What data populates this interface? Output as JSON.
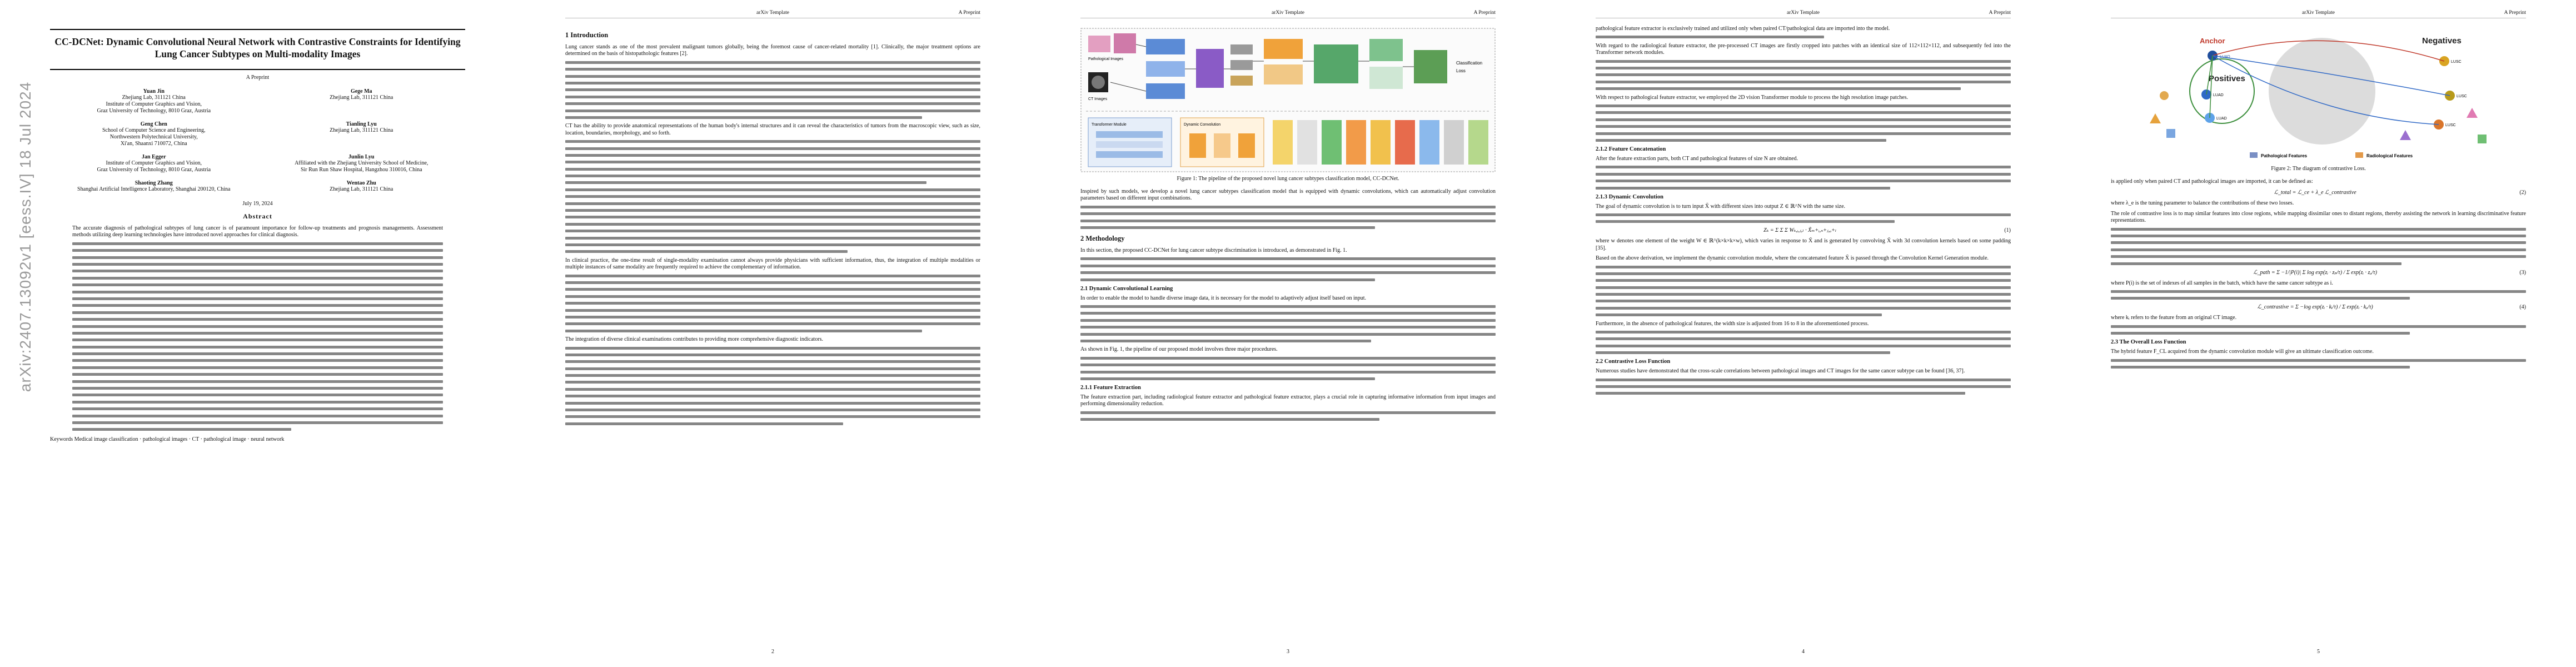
{
  "header": {
    "center": "arXiv Template",
    "right": "A Preprint"
  },
  "arxiv_stamp": "arXiv:2407.13092v1  [eess.IV]  18 Jul 2024",
  "page1": {
    "title": "CC-DCNet: Dynamic Convolutional Neural Network with Contrastive Constraints for Identifying Lung Cancer Subtypes on Multi-modality Images",
    "preprint": "A Preprint",
    "authors": [
      {
        "name": "Yuan Jin",
        "aff": "Zhejiang Lab, 311121 China\nInstitute of Computer Graphics and Vision,\nGraz University of Technology, 8010 Graz, Austria"
      },
      {
        "name": "Gege Ma",
        "aff": "Zhejiang Lab, 311121 China"
      },
      {
        "name": "Geng Chen",
        "aff": "School of Computer Science and Engineering,\nNorthwestern Polytechnical University,\nXi'an, Shaanxi 710072, China"
      },
      {
        "name": "Tianling Lyu",
        "aff": "Zhejiang Lab, 311121 China"
      },
      {
        "name": "Jan Egger",
        "aff": "Institute of Computer Graphics and Vision,\nGraz University of Technology, 8010 Graz, Austria"
      },
      {
        "name": "Junlin Lyu",
        "aff": "Affiliated with the Zhejiang University School of Medicine,\nSir Run Run Shaw Hospital, Hangzhou 310016, China"
      },
      {
        "name": "Shaoting Zhang",
        "aff": "Shanghai Artificial Intelligence Laboratory, Shanghai 200120, China"
      },
      {
        "name": "Wentao Zhu",
        "aff": "Zhejiang Lab, 311121 China"
      }
    ],
    "date": "July 19, 2024",
    "abstract_heading": "Abstract",
    "abstract_intro": "The accurate diagnosis of pathological subtypes of lung cancer is of paramount importance for follow-up treatments and prognosis managements. Assessment methods utilizing deep learning technologies have introduced novel approaches for clinical diagnosis.",
    "keywords": "Keywords  Medical image classification · pathological images · CT · pathological image · neural network"
  },
  "page2": {
    "section": "1   Introduction",
    "para1": "Lung cancer stands as one of the most prevalent malignant tumors globally, being the foremost cause of cancer-related mortality [1]. Clinically, the major treatment options are determined on the basis of histopathologic features [2].",
    "para2": "CT has the ability to provide anatomical representations of the human body's internal structures and it can reveal the characteristics of tumors from the macroscopic view, such as size, location, boundaries, morphology, and so forth.",
    "para3": "In clinical practice, the one-time result of single-modality examination cannot always provide physicians with sufficient information, thus, the integration of multiple modalities or multiple instances of same modality are frequently required to achieve the complementary of information.",
    "para4": "The integration of diverse clinical examinations contributes to providing more comprehensive diagnostic indicators."
  },
  "page3": {
    "figure_caption": "Figure 1: The pipeline of the proposed novel lung cancer subtypes classification model, CC-DCNet.",
    "para1": "Inspired by such models, we develop a novel lung cancer subtypes classification model that is equipped with dynamic convolutions, which can automatically adjust convolution parameters based on different input combinations.",
    "section": "2   Methodology",
    "para2": "In this section, the proposed CC-DCNet for lung cancer subtype discrimination is introduced, as demonstrated in Fig. 1.",
    "sub1": "2.1   Dynamic Convolutional Learning",
    "para3": "In order to enable the model to handle diverse image data, it is necessary for the model to adaptively adjust itself based on input.",
    "para4": "As shown in Fig. 1, the pipeline of our proposed model involves three major procedures.",
    "sub2": "2.1.1   Feature Extraction",
    "para5": "The feature extraction part, including radiological feature extractor and pathological feature extractor, plays a crucial role in capturing informative information from input images and performing dimensionality reduction."
  },
  "page4": {
    "para1": "pathological feature extractor is exclusively trained and utilized only when paired CT/pathological data are imported into the model.",
    "para2": "With regard to the radiological feature extractor, the pre-processed CT images are firstly cropped into patches with an identical size of 112×112×112, and subsequently fed into the Transformer network modules.",
    "para3": "With respect to pathological feature extractor, we employed the 2D vision Transformer module to process the high resolution image patches.",
    "sub1": "2.1.2   Feature Concatenation",
    "para4": "After the feature extraction parts, both CT and pathological features of size N are obtained.",
    "sub2": "2.1.3   Dynamic Convolution",
    "para5": "The goal of dynamic convolution is to turn input X̃ with different sizes into output Z ∈ ℝ^N with the same size.",
    "eq1": "Zₖ = Σ Σ Σ Wₖ,ᵢ,ⱼ,ₗ · X̃ₘ+ᵢ,ₙ+ⱼ,ₒ+ₗ",
    "eq1_num": "(1)",
    "para6": "where w denotes one element of the weight W ∈ ℝ^(k×k×k×w), which varies in response to X̃ and is generated by convolving X̃ with 3d convolution kernels based on some padding [35].",
    "para7": "Based on the above derivation, we implement the dynamic convolution module, where the concatenated feature X̃ is passed through the Convolution Kernel Generation module.",
    "para8": "Furthermore, in the absence of pathological features, the width size is adjusted from 16 to 8 in the aforementioned process.",
    "sub3": "2.2   Contrastive Loss Function",
    "para9": "Numerous studies have demonstrated that the cross-scale correlations between pathological images and CT images for the same cancer subtype can be found [36, 37]."
  },
  "page5": {
    "fig_labels": {
      "anchor": "Anchor",
      "negatives": "Negatives",
      "positives": "Positives",
      "luad": "LUAD",
      "lusc": "LUSC",
      "path_legend": "Pathological Features",
      "rad_legend": "Radiological Features"
    },
    "figure_caption": "Figure 2: The diagram of contrastive Loss.",
    "para1": "is applied only when paired CT and pathological images are imported, it can be defined as:",
    "eq2": "ℒ_total = ℒ_ce + λ_e ℒ_contrastive",
    "eq2_num": "(2)",
    "para2": "where λ_e is the tuning parameter to balance the contributions of these two losses.",
    "para3": "The role of contrastive loss is to map similar features into close regions, while mapping dissimilar ones to distant regions, thereby assisting the network in learning discriminative feature representations.",
    "eq3": "ℒ_path = Σ −1/|P(i)| Σ log exp(zᵢ · zₚ/τ) / Σ exp(zᵢ · zₐ/τ)",
    "eq3_num": "(3)",
    "para4": "where P(i) is the set of indexes of all samples in the batch, which have the same cancer subtype as i.",
    "eq4": "ℒ_contrastive = Σ −log exp(zᵢ · kᵢ/τ) / Σ exp(zᵢ · kₐ/τ)",
    "eq4_num": "(4)",
    "para5": "where kᵢ refers to the feature from an original CT image.",
    "sub1": "2.3   The Overall Loss Function",
    "para6": "The hybrid feature F_CL acquired from the dynamic convolution module will give an ultimate classification outcome."
  },
  "page_numbers": [
    "2",
    "3",
    "4",
    "5"
  ],
  "fig1_labels": {
    "path_images": "Pathological Images",
    "ct_images": "CT Images",
    "cls": "Classification",
    "loss": "Loss",
    "transformer": "Transformer Module",
    "dyn": "Dynamic Convolution"
  }
}
